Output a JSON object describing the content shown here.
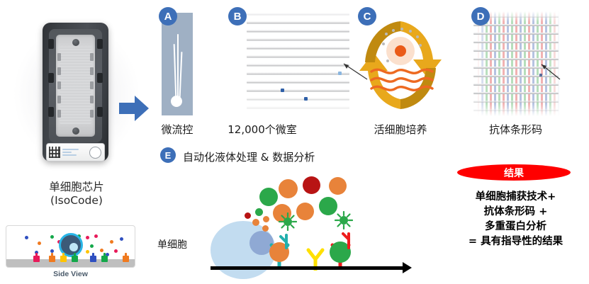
{
  "chip": {
    "caption_line1": "单细胞芯片",
    "caption_line2": "(IsoCode)",
    "side_view_caption": "Side View"
  },
  "flow_arrow": {
    "icon": "right-arrow-icon",
    "color": "#3d6fb8"
  },
  "panels": [
    {
      "letter": "A",
      "caption": "微流控",
      "icon": "microfluidics-icon"
    },
    {
      "letter": "B",
      "caption": "12,000个微室",
      "icon": "microchambers-icon"
    },
    {
      "letter": "C",
      "caption": "活细胞培养",
      "icon": "live-cell-culture-icon"
    },
    {
      "letter": "D",
      "caption": "抗体条形码",
      "icon": "antibody-barcode-icon"
    }
  ],
  "panel_e": {
    "letter": "E",
    "title": "自动化液体处理 & 数据分析",
    "cell_label": "单细胞"
  },
  "result": {
    "badge_label": "结果",
    "badge_color": "#ff0000",
    "lines": [
      "单细胞捕获技术+",
      "抗体条形码 +",
      "多重蛋白分析",
      "= 具有指导性的结果"
    ]
  },
  "colors": {
    "badge_blue": "#3d6fb8",
    "panel_a_fill": "#9fb0c4",
    "cycle_gold": "#e8a81c",
    "cycle_gold_dark": "#c08a10",
    "protein_orange": "#e8833a",
    "protein_green": "#2ba84a",
    "protein_darkred": "#b81414",
    "cell_blue": "#c2dcf0",
    "nucleus_blue": "#8fa9d4",
    "antibody_teal": "#22b0ad",
    "antibody_yellow": "#ffe000",
    "antibody_red": "#ee1c1c"
  }
}
